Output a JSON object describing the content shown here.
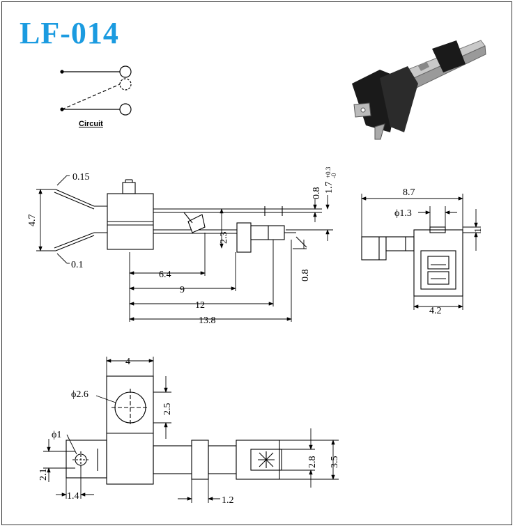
{
  "title": "LF-014",
  "circuit": {
    "label": "Circuit"
  },
  "side_view": {
    "dims": {
      "d_0_15": "0.15",
      "d_4_7": "4.7",
      "d_0_1": "0.1",
      "d_0_8_top": "0.8",
      "d_1_7": "1.7",
      "d_tol": "+0.3",
      "d_tol2": "-0",
      "d_2_3": "2.3",
      "d_6_4": "6.4",
      "d_9": "9",
      "d_12": "12",
      "d_13_8": "13.8",
      "d_0_8_bottom": "0.8"
    }
  },
  "end_view": {
    "dims": {
      "d_8_7": "8.7",
      "d_phi_1_3": "ϕ1.3",
      "d_1": "1",
      "d_4_2": "4.2"
    }
  },
  "top_view": {
    "dims": {
      "d_4": "4",
      "d_phi_2_6": "ϕ2.6",
      "d_2_5": "2.5",
      "d_phi_1": "ϕ1",
      "d_2_1": "2.1",
      "d_1_4": "1.4",
      "d_1_2": "1.2",
      "d_2_8": "2.8",
      "d_3_5": "3.5"
    }
  },
  "colors": {
    "title": "#1b9be0",
    "line": "#000000"
  }
}
